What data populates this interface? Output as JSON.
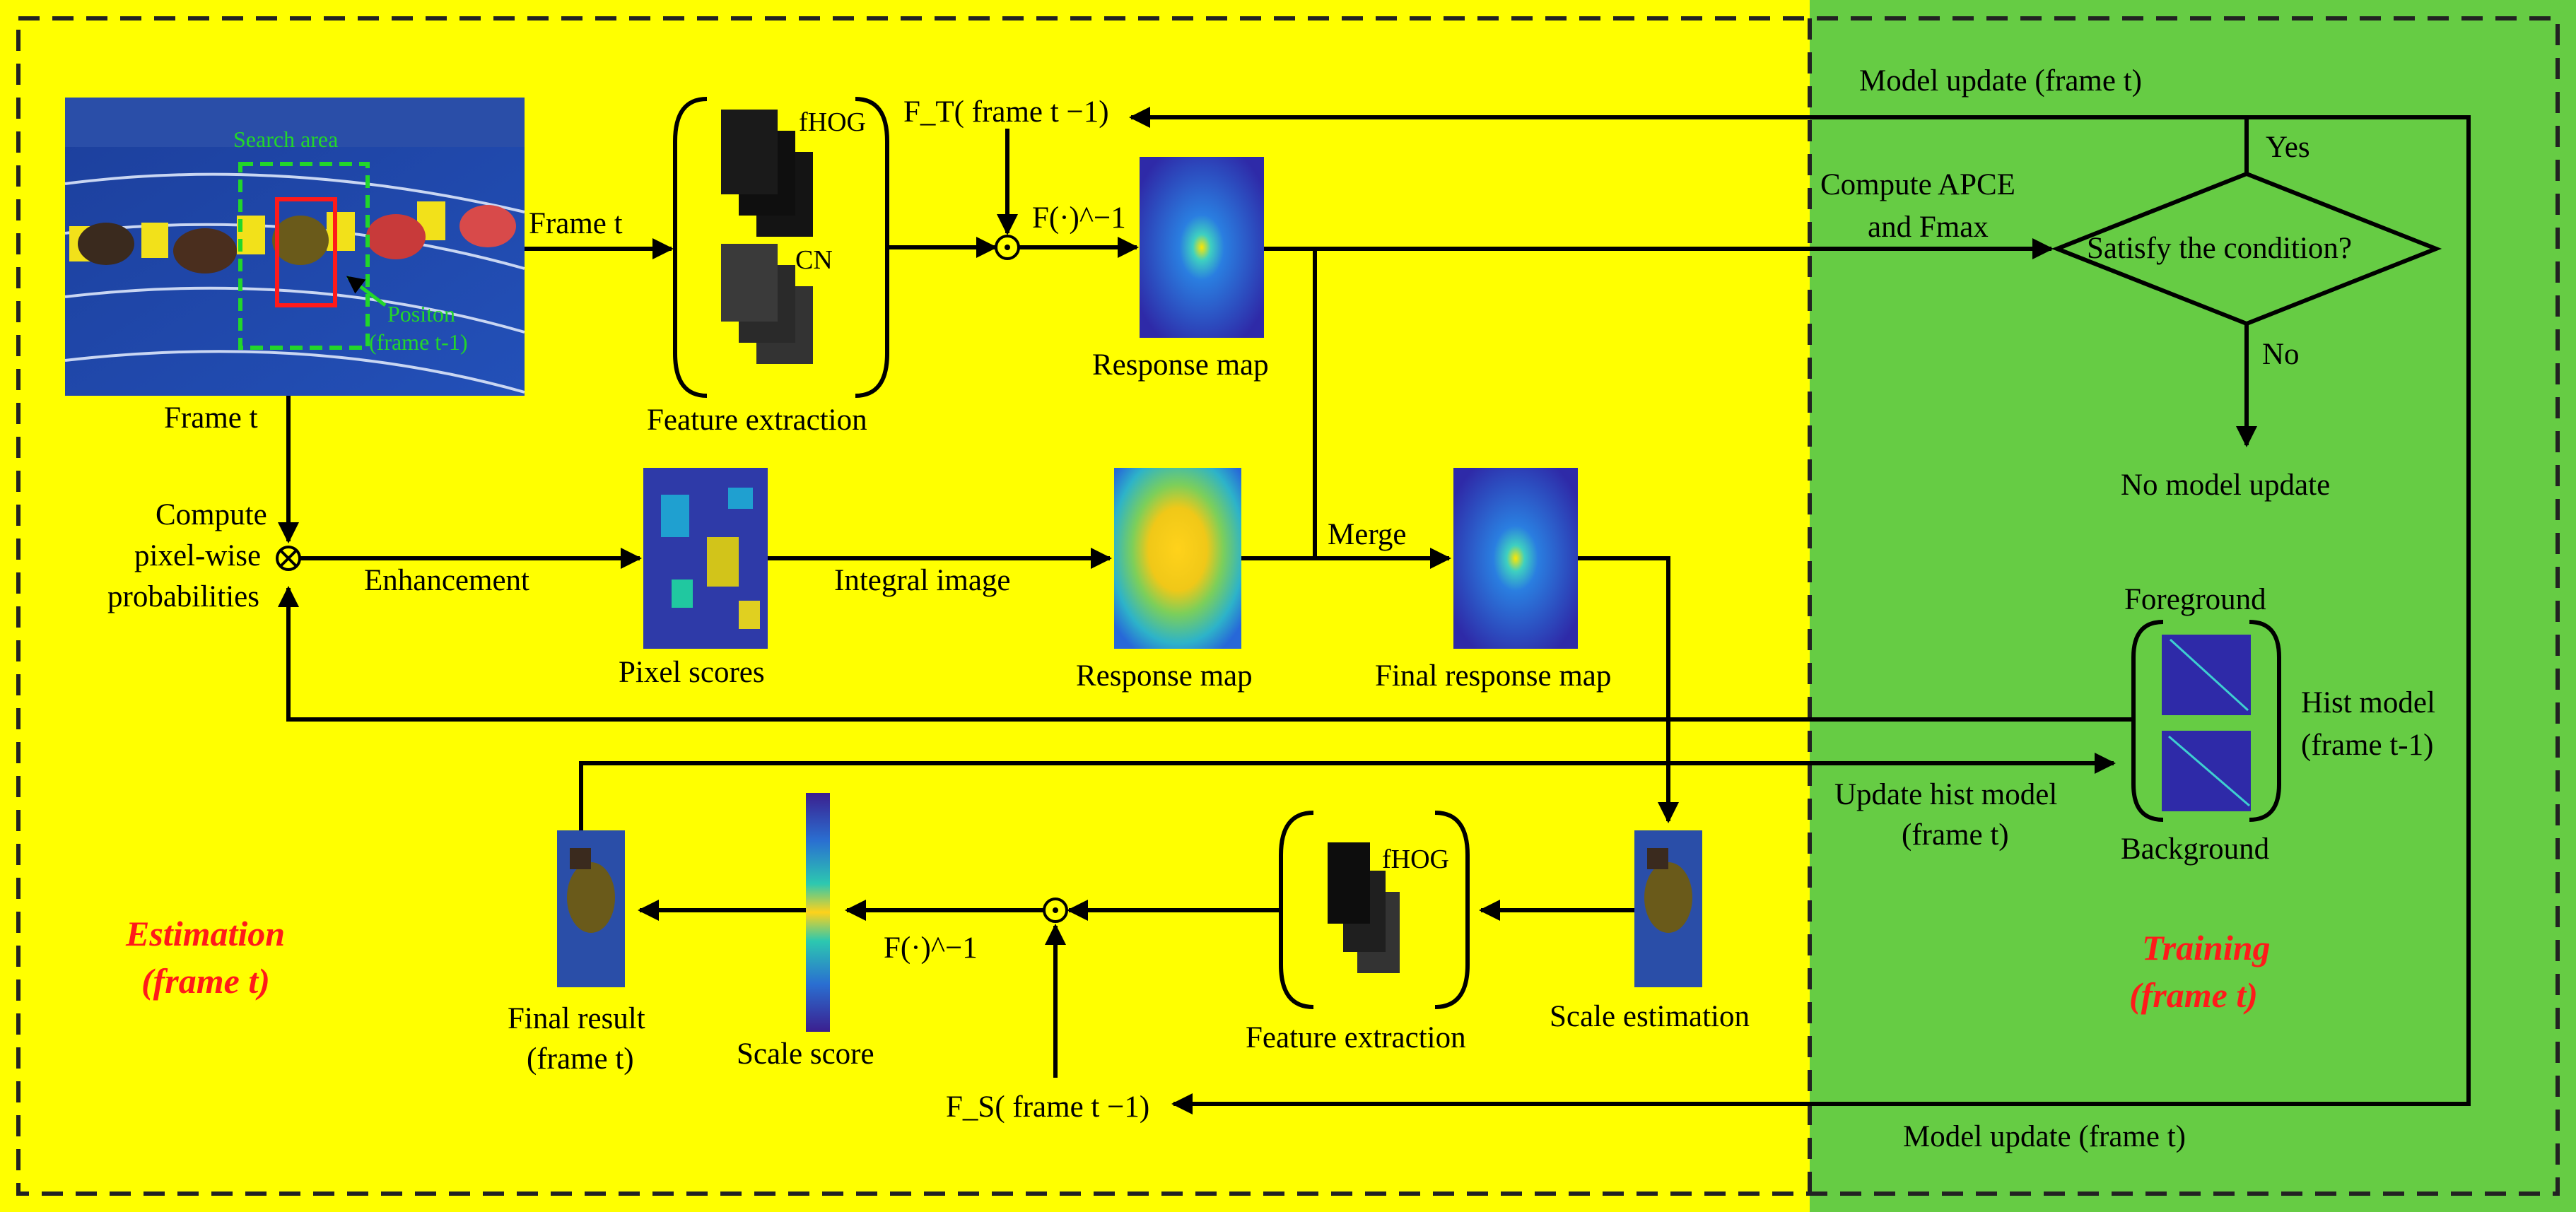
{
  "diagram": {
    "regions": {
      "estimation": {
        "title": "Estimation",
        "subtitle": "(frame t)",
        "color": "#ffff00"
      },
      "training": {
        "title": "Training",
        "subtitle": "(frame t)",
        "color": "#66cc44"
      }
    },
    "labels": {
      "search_area": "Search area",
      "position_1": "Positon",
      "position_2": "(frame t-1)",
      "frame_t_right": "Frame t",
      "frame_t_below": "Frame t",
      "fhog_top": "fHOG",
      "cn": "CN",
      "feature_extraction_top": "Feature extraction",
      "ft_prev": "F_T( frame t −1)",
      "f_inverse_top": "F(·)^−1",
      "response_map_top": "Response map",
      "compute_pixel_1": "Compute",
      "compute_pixel_2": "pixel-wise",
      "compute_pixel_3": "probabilities",
      "enhancement": "Enhancement",
      "pixel_scores": "Pixel scores",
      "integral_image": "Integral image",
      "response_map_mid": "Response map",
      "merge": "Merge",
      "final_response_map": "Final response map",
      "model_update_top": "Model update (frame t)",
      "yes": "Yes",
      "compute_apce_1": "Compute APCE",
      "compute_apce_2": "and Fmax",
      "satisfy_condition": "Satisfy the condition?",
      "no": "No",
      "no_model_update": "No model update",
      "foreground": "Foreground",
      "hist_model_1": "Hist model",
      "hist_model_2": "(frame t-1)",
      "update_hist_1": "Update hist model",
      "update_hist_2": "(frame t)",
      "background": "Background",
      "fhog_bottom": "fHOG",
      "feature_extraction_bottom": "Feature extraction",
      "scale_estimation": "Scale estimation",
      "f_inverse_bottom": "F(·)^−1",
      "scale_score": "Scale score",
      "final_result_1": "Final result",
      "final_result_2": "(frame t)",
      "fs_prev": "F_S( frame t −1)",
      "model_update_bottom": "Model update (frame t)"
    }
  }
}
